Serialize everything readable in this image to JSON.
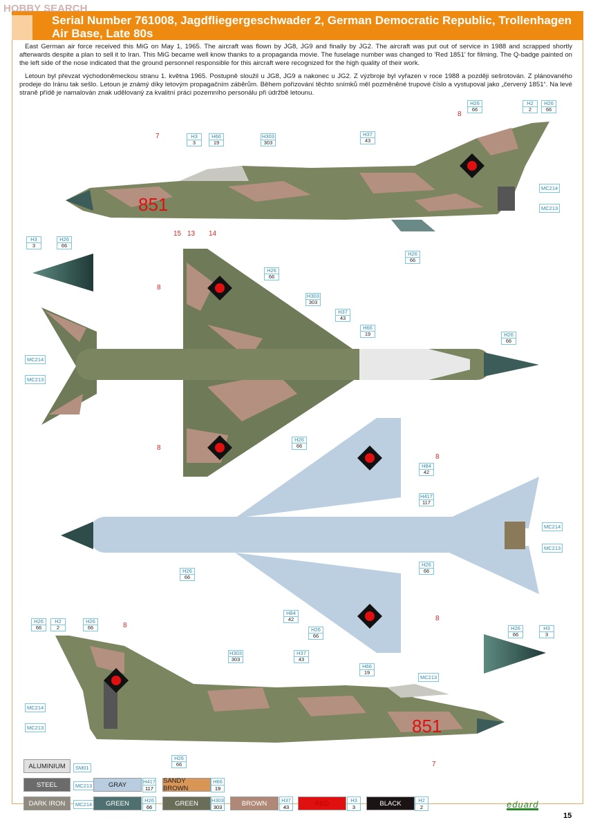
{
  "watermark": "HOBBY SEARCH",
  "header": {
    "title": "Serial Number 761008, Jagdfliegergeschwader 2, German Democratic Republic, Trollenhagen Air Base, Late 80s"
  },
  "description": {
    "en": "East German air force received this MiG on May 1, 1965. The aircraft was flown by JG8, JG9 and finally by JG2. The aircraft was put out of service in 1988 and scrapped shortly afterwards despite a plan to sell it to Iran. This MiG became well know thanks to a propaganda movie. The fuselage number was changed to 'Red 1851' for filming. The Q-badge painted on the left side of the nose indicated that the ground personnel responsible for this aircraft were recognized for the high quality of their work.",
    "cz": "Letoun byl převzat východoněmeckou stranu 1. května 1965. Postupně sloužil u JG8, JG9 a nakonec u JG2. Z výzbroje byl vyřazen v roce 1988 a později sešrotován. Z plánovaného prodeje do Iránu tak sešlo. Letoun je známý díky letovým propagačním záběrům. Během pořizování těchto snímků měl pozměněné trupové číslo a vystupoval jako „červený 1851“. Na levé straně přídě je namalován znak udělovaný za kvalitní práci pozemního personálu při údržbě letounu."
  },
  "aircraft": {
    "fuselage_number": "851"
  },
  "callouts": [
    {
      "c": "H26",
      "n": "66"
    },
    {
      "c": "H2",
      "n": "2"
    },
    {
      "c": "H26",
      "n": "66"
    },
    {
      "c": "H3",
      "n": "3"
    },
    {
      "c": "H66",
      "n": "19"
    },
    {
      "c": "H303",
      "n": "303"
    },
    {
      "c": "H37",
      "n": "43"
    },
    {
      "c": "H26",
      "n": "66"
    },
    {
      "c": "H3",
      "n": "3"
    },
    {
      "c": "H26",
      "n": "66"
    },
    {
      "c": "H26",
      "n": "66"
    },
    {
      "c": "H303",
      "n": "303"
    },
    {
      "c": "H37",
      "n": "43"
    },
    {
      "c": "H66",
      "n": "19"
    },
    {
      "c": "H26",
      "n": "66"
    },
    {
      "c": "H26",
      "n": "66"
    },
    {
      "c": "H84",
      "n": "42"
    },
    {
      "c": "H417",
      "n": "117"
    },
    {
      "c": "H26",
      "n": "66"
    },
    {
      "c": "H26",
      "n": "66"
    },
    {
      "c": "H84",
      "n": "42"
    },
    {
      "c": "H26",
      "n": "66"
    },
    {
      "c": "H26",
      "n": "66"
    },
    {
      "c": "H2",
      "n": "2"
    },
    {
      "c": "H26",
      "n": "66"
    },
    {
      "c": "H26",
      "n": "66"
    },
    {
      "c": "H3",
      "n": "3"
    },
    {
      "c": "H303",
      "n": "303"
    },
    {
      "c": "H37",
      "n": "43"
    },
    {
      "c": "H66",
      "n": "19"
    },
    {
      "c": "H26",
      "n": "66"
    }
  ],
  "single_callouts": [
    "MC214",
    "MC213",
    "MC214",
    "MC213",
    "MC214",
    "MC213",
    "MC213",
    "MC214",
    "MC213"
  ],
  "markers": [
    "8",
    "7",
    "15",
    "13",
    "14",
    "8",
    "8",
    "8",
    "8",
    "8",
    "7"
  ],
  "legend": [
    {
      "name": "ALUMINIUM",
      "code": "SM01",
      "color": "#e0e0e0"
    },
    {
      "name": "STEEL",
      "code": "MC213",
      "color": "#6b6b6b"
    },
    {
      "name": "GRAY",
      "code": "H417",
      "num": "117",
      "color": "#b8cde0"
    },
    {
      "name": "SANDY BROWN",
      "code": "H66",
      "num": "19",
      "color": "#d99555"
    },
    {
      "name": "DARK IRON",
      "code": "MC214",
      "color": "#8f8a7f"
    },
    {
      "name": "GREEN",
      "code": "H26",
      "num": "66",
      "color": "#4f7070"
    },
    {
      "name": "GREEN",
      "code": "H303",
      "num": "303",
      "color": "#6a6e58"
    },
    {
      "name": "BROWN",
      "code": "H37",
      "num": "43",
      "color": "#b08878"
    },
    {
      "name": "RED",
      "code": "H3",
      "num": "3",
      "color": "#e01010"
    },
    {
      "name": "BLACK",
      "code": "H2",
      "num": "2",
      "color": "#1a1414"
    }
  ],
  "brand": "eduard",
  "page_number": "15"
}
